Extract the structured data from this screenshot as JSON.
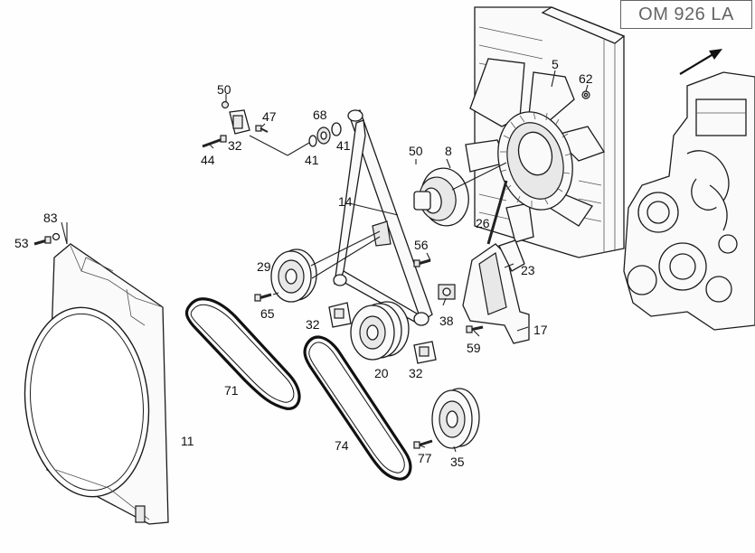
{
  "diagram": {
    "title": "OM 926 LA",
    "labels": {
      "p5": "5",
      "p62": "62",
      "p50a": "50",
      "p47": "47",
      "p68": "68",
      "p32a": "32",
      "p41a": "41",
      "p41b": "41",
      "p44": "44",
      "p50b": "50",
      "p8": "8",
      "p14": "14",
      "p83": "83",
      "p53": "53",
      "p26": "26",
      "p56": "56",
      "p23": "23",
      "p29": "29",
      "p65": "65",
      "p32b": "32",
      "p38": "38",
      "p17": "17",
      "p59": "59",
      "p20": "20",
      "p32c": "32",
      "p71": "71",
      "p11": "11",
      "p74": "74",
      "p77": "77",
      "p35": "35"
    },
    "icons": {
      "direction": "arrow-up-right-icon"
    }
  }
}
